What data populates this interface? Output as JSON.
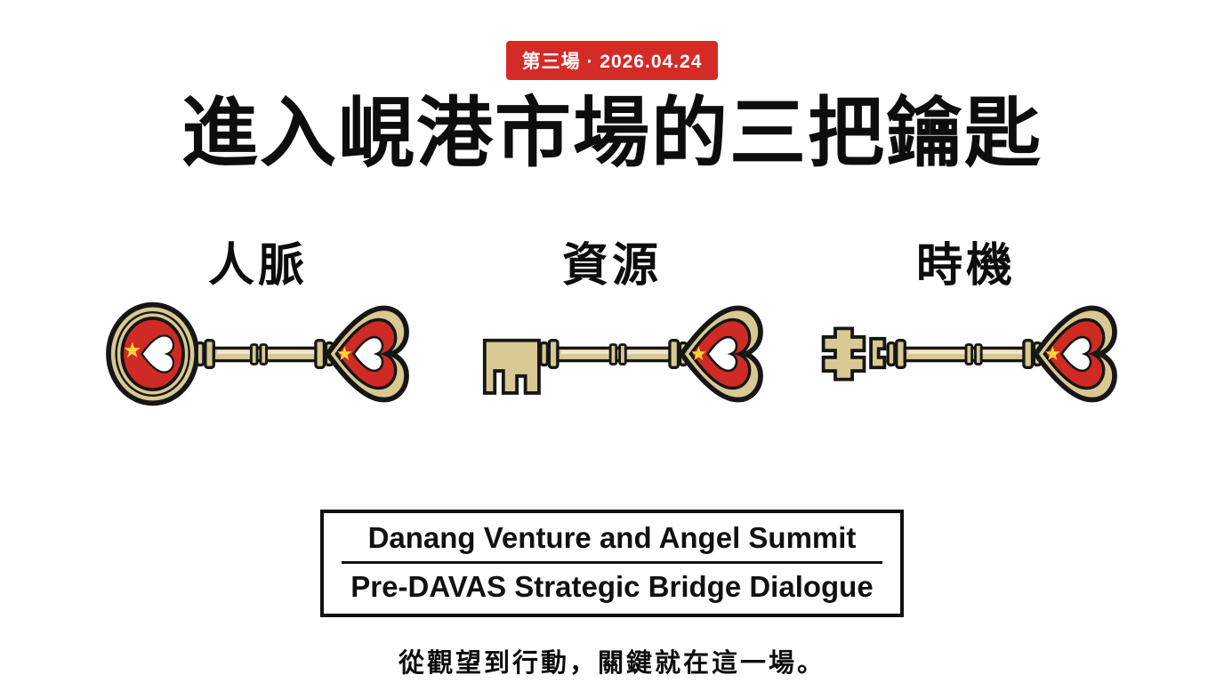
{
  "badge": {
    "label": "第三場 · 2026.04.24"
  },
  "title": "進入峴港市場的三把鑰匙",
  "keys": [
    {
      "label": "人脈"
    },
    {
      "label": "資源"
    },
    {
      "label": "時機"
    }
  ],
  "summit_box": {
    "line1": "Danang Venture and Angel Summit",
    "line2": "Pre-DAVAS Strategic Bridge Dialogue"
  },
  "tagline": "從觀望到行動，關鍵就在這一場。",
  "colors": {
    "badge_red": "#d42b26",
    "key_red": "#cf2a24",
    "star_yellow": "#ffd43a",
    "key_brass": "#d8c893",
    "outline": "#161616",
    "text_black": "#111111"
  }
}
